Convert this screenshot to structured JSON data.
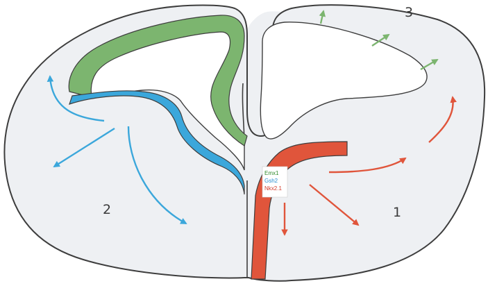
{
  "colors": {
    "tissue": "#eef0f3",
    "outline": "#3d3d3d",
    "emx1": "#7cb56f",
    "gsh2": "#3ba7db",
    "nkx21": "#e0553b"
  },
  "region_labels": {
    "one": "1",
    "two": "2",
    "three": "3"
  },
  "legend": [
    {
      "label": "Emx1",
      "color": "#2f8a2a"
    },
    {
      "label": "Gsh2",
      "color": "#2a8fd0"
    },
    {
      "label": "Nkx2.1",
      "color": "#d23a2a"
    }
  ]
}
